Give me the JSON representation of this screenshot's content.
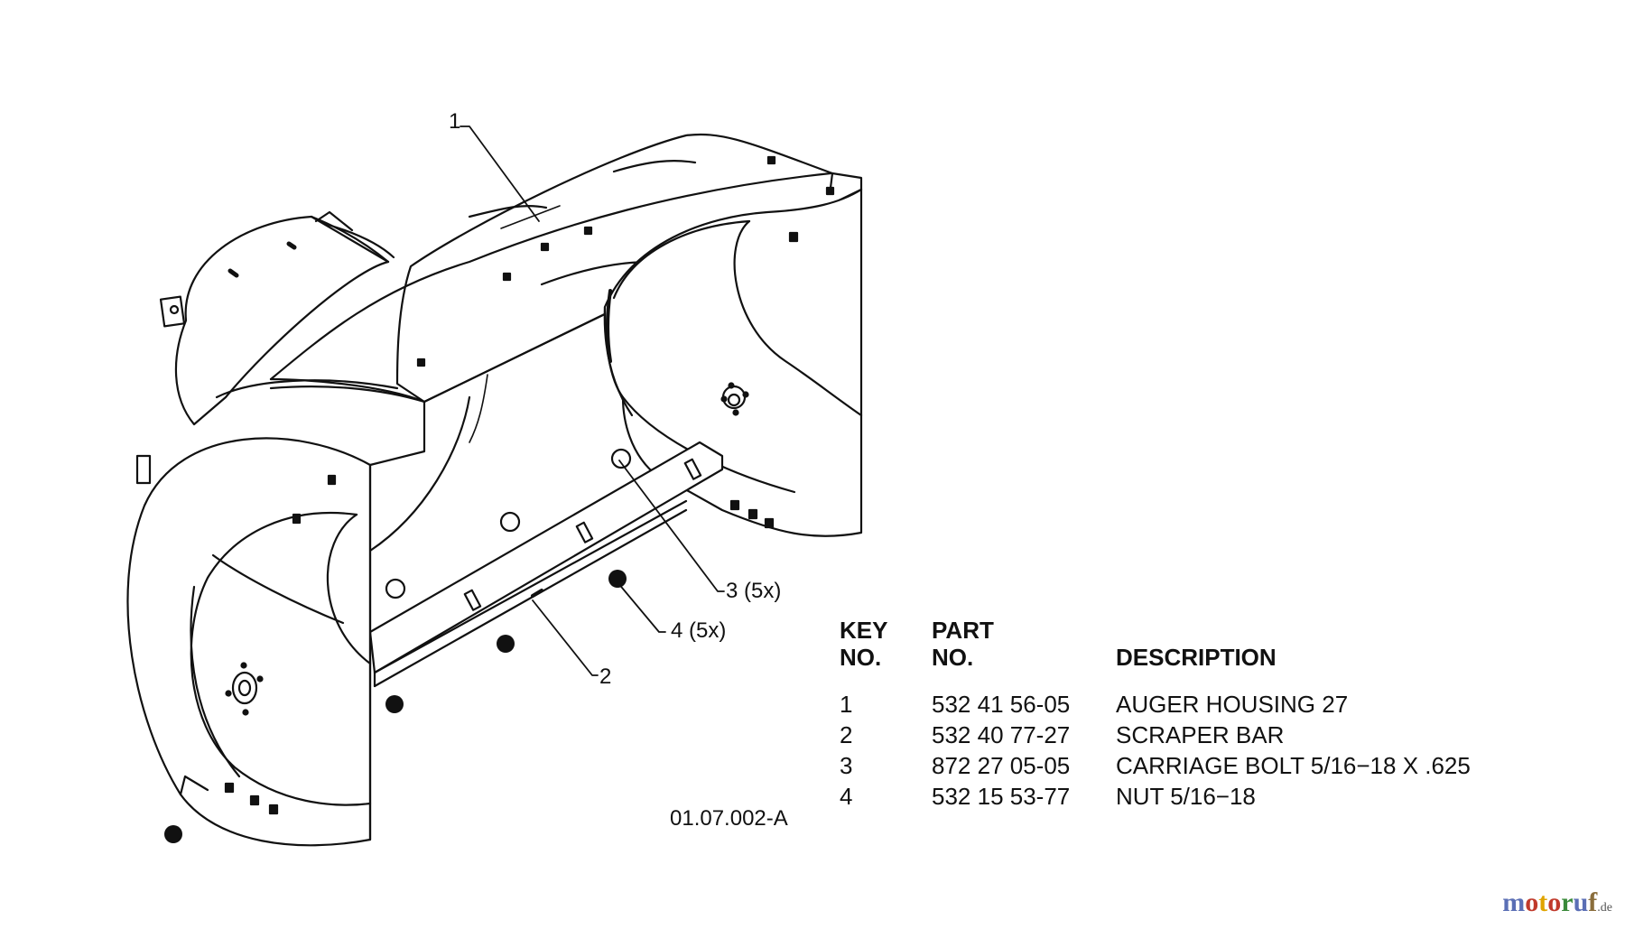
{
  "callouts": {
    "c1": "1",
    "c2": "2",
    "c3": "3 (5x)",
    "c4": "4 (5x)"
  },
  "table": {
    "headers": {
      "key_line1": "KEY",
      "key_line2": "NO.",
      "part_line1": "PART",
      "part_line2": "NO.",
      "description": "DESCRIPTION"
    },
    "rows": [
      {
        "key": "1",
        "part": "532 41 56-05",
        "description": "AUGER HOUSING 27"
      },
      {
        "key": "2",
        "part": "532 40 77-27",
        "description": "SCRAPER BAR"
      },
      {
        "key": "3",
        "part": "872 27 05-05",
        "description": "CARRIAGE BOLT 5/16−18 X .625"
      },
      {
        "key": "4",
        "part": "532 15 53-77",
        "description": "NUT 5/16−18"
      }
    ]
  },
  "drawing_number": "01.07.002-A",
  "watermark": {
    "m": "m",
    "o": "o",
    "t": "t",
    "o2": "o",
    "r": "r",
    "u": "u",
    "f": "f",
    "de": ".de"
  }
}
